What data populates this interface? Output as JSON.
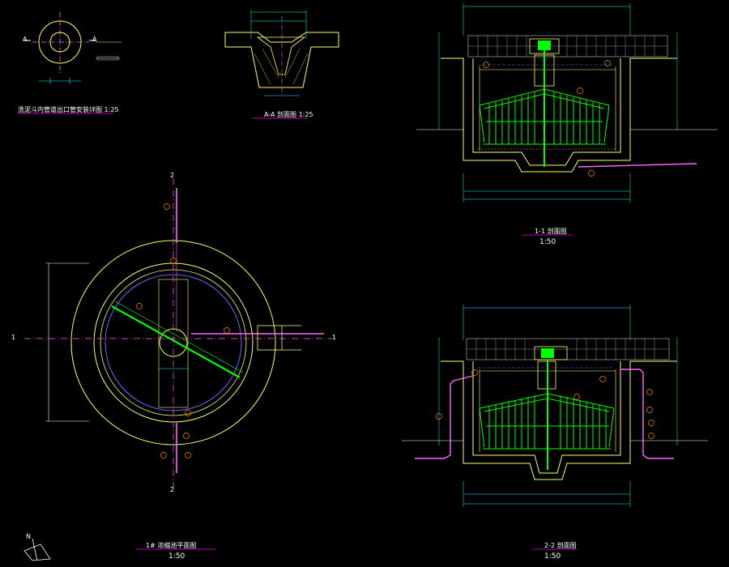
{
  "titles": {
    "detail_top_left": "洗泥斗内管道出口管安装详图 1:25",
    "section_a_a": "A-A 剖面图 1:25",
    "section_1_1": "1-1 剖面图",
    "section_1_1_scale": "1:50",
    "plan": "1# 浓缩池平面图",
    "plan_scale": "1:50",
    "section_2_2": "2-2 剖面图",
    "section_2_2_scale": "1:50"
  },
  "section_marks": {
    "a_left": "A",
    "a_right": "A",
    "plan_top": "2",
    "plan_bottom": "2",
    "plan_left": "1",
    "plan_right": "1"
  },
  "north_arrow": "N",
  "colors": {
    "background": "#000000",
    "wall": "#ffff66",
    "dimension": "#00ffff",
    "scraper": "#00ff00",
    "pipe": "#ff66ff",
    "water": "#6666ff",
    "grid": "#c0c0c0",
    "callout": "#ff8800",
    "title_underline": "#ff00ff"
  }
}
